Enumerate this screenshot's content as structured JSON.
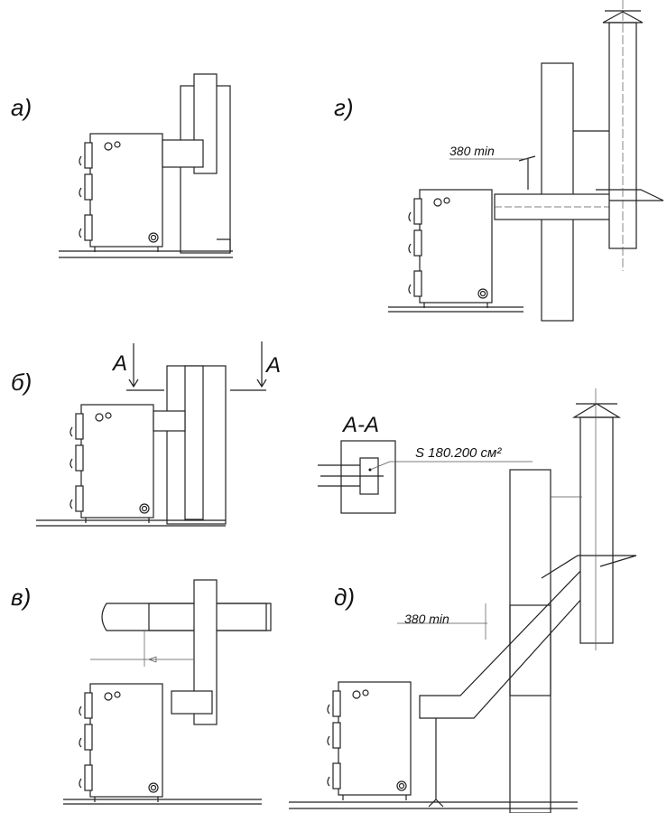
{
  "labels": {
    "a": "а)",
    "g": "г)",
    "b": "б)",
    "v": "в)",
    "d": "д)"
  },
  "dimensions": {
    "g_min": "380 min",
    "d_min": "380 min"
  },
  "section": {
    "marker_left": "A",
    "marker_right": "A",
    "title": "A-A",
    "area": "S 180.200 см²"
  }
}
